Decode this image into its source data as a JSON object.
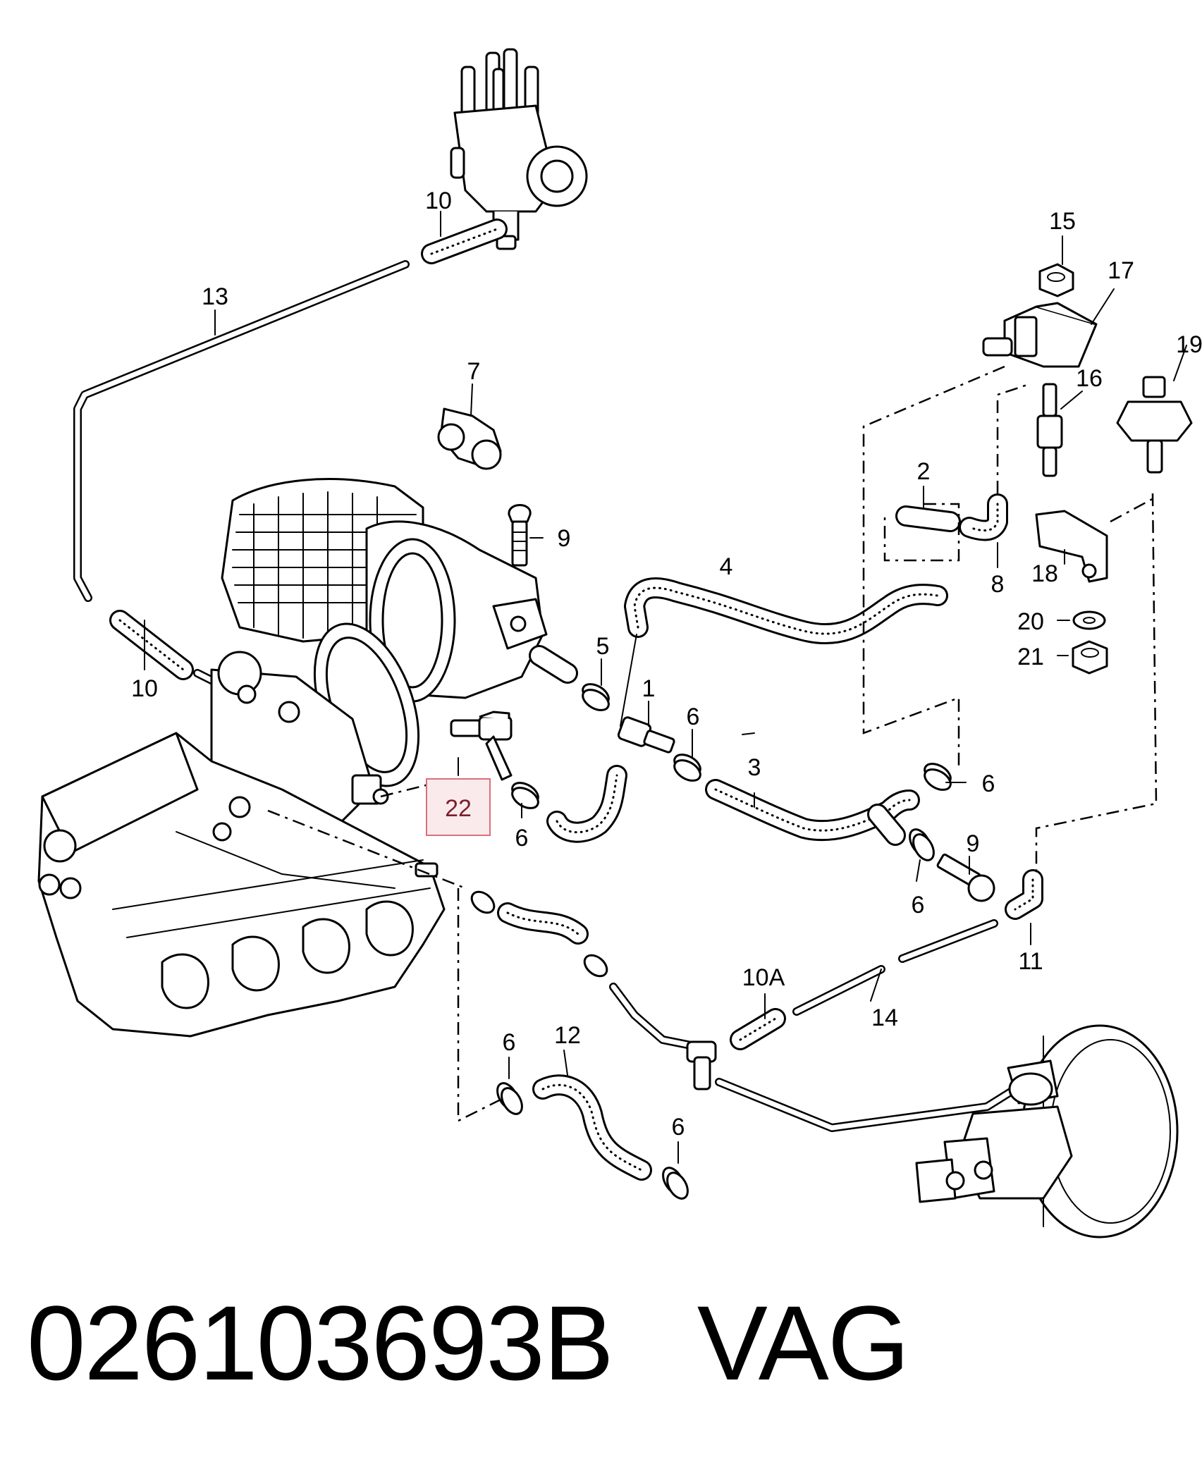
{
  "labels": {
    "l10_top": "10",
    "l13": "13",
    "l7": "7",
    "l9_top": "9",
    "l10_left": "10",
    "l22": "22",
    "l6_a": "6",
    "l5": "5",
    "l1": "1",
    "l6_b": "6",
    "l4": "4",
    "l3": "3",
    "l6_c": "6",
    "l9_right": "9",
    "l6_d": "6",
    "l11": "11",
    "l10A": "10A",
    "l14": "14",
    "l12": "12",
    "l6_e": "6",
    "l6_f": "6",
    "l15": "15",
    "l17": "17",
    "l16": "16",
    "l19": "19",
    "l2": "2",
    "l8": "8",
    "l18": "18",
    "l20": "20",
    "l21": "21"
  },
  "highlight_color": "#e8a0a8",
  "footer": {
    "part_number": "026103693B",
    "brand": "VAG"
  }
}
